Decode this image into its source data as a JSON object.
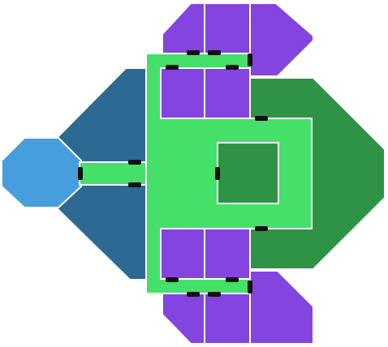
{
  "map": {
    "kind": "room-layout",
    "colors": {
      "background": "#ffffff",
      "corridor": "#44e06a",
      "engine_room": "#2f9345",
      "wing_rooms": "#2c6a94",
      "pod_room": "#469edc",
      "cabins": "#8344e0",
      "door": "#111111",
      "wall": "#ffffff"
    },
    "rooms": [
      {
        "id": "pod",
        "role": "pod-room",
        "icon": "octagon-room-icon"
      },
      {
        "id": "wing-upper",
        "role": "wing-room"
      },
      {
        "id": "wing-lower",
        "role": "wing-room"
      },
      {
        "id": "engine",
        "role": "engine-room"
      },
      {
        "id": "core",
        "role": "core-room"
      },
      {
        "id": "corridor",
        "role": "corridor"
      },
      {
        "id": "cabins-top",
        "role": "cabin-block",
        "count": 6
      },
      {
        "id": "cabins-bottom",
        "role": "cabin-block",
        "count": 6
      }
    ],
    "doors": 15
  }
}
